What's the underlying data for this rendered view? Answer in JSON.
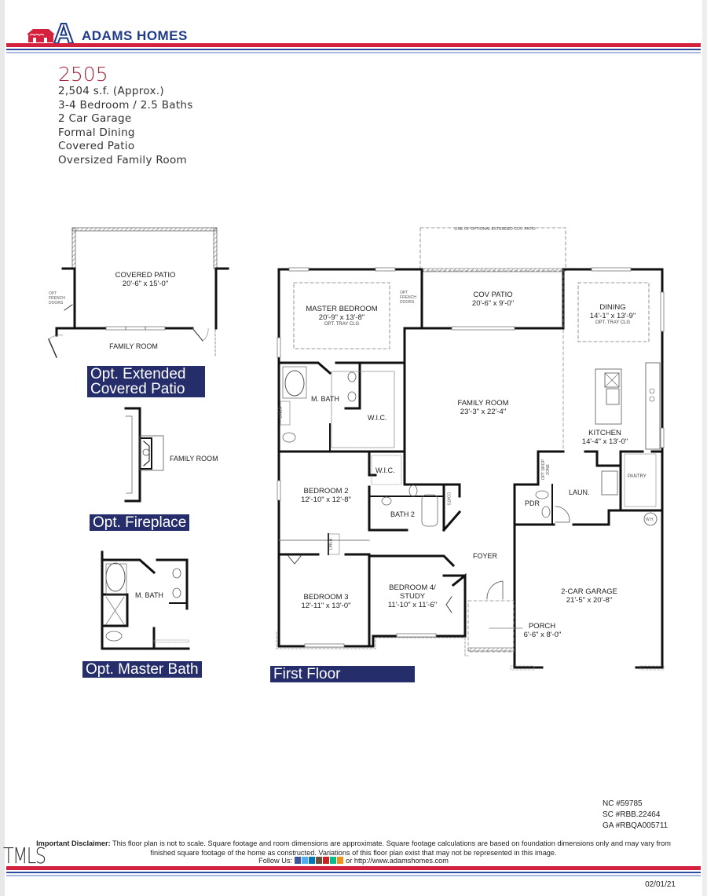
{
  "brand": {
    "name": "ADAMS HOMES",
    "logo_letter": "A",
    "colors": {
      "red": "#d4213d",
      "blue": "#1f3a8a",
      "navy_tag": "#262d6b",
      "plan_number": "#a8263b"
    }
  },
  "plan": {
    "number": "2505",
    "features": [
      "2,504 s.f. (Approx.)",
      "3-4 Bedroom / 2.5 Baths",
      "2 Car Garage",
      "Formal Dining",
      "Covered Patio",
      "Oversized Family Room"
    ]
  },
  "options": {
    "extended_patio": {
      "tag_line1": "Opt. Extended",
      "tag_line2": "Covered Patio",
      "room_name": "COVERED PATIO",
      "room_dims": "20'-6\" x 15'-0\"",
      "opt_french": [
        "OPT",
        "FRENCH",
        "DOORS"
      ],
      "adjacent": "FAMILY ROOM"
    },
    "fireplace": {
      "tag": "Opt. Fireplace",
      "adjacent": "FAMILY ROOM"
    },
    "master_bath": {
      "tag": "Opt. Master Bath",
      "room_name": "M. BATH"
    }
  },
  "first_floor": {
    "tag": "First Floor",
    "opt_patio_line": "LINE OF OPTIONAL EXTENDED COV. PATIO",
    "rooms": {
      "master_bedroom": {
        "name": "MASTER BEDROOM",
        "dims": "20'-9\" x 13'-8\"",
        "note": "OPT. TRAY CLG"
      },
      "opt_french": [
        "OPT",
        "FRENCH",
        "DOORS"
      ],
      "cov_patio": {
        "name": "COV PATIO",
        "dims": "20'-6\" x 9'-0\""
      },
      "dining": {
        "name": "DINING",
        "dims": "14'-1\" x 13'-9\"",
        "note": "OPT. TRAY CLG"
      },
      "family_room": {
        "name": "FAMILY ROOM",
        "dims": "23'-3\" x 22'-4\""
      },
      "m_bath": {
        "name": "M. BATH"
      },
      "wic1": {
        "name": "W.I.C."
      },
      "wic2": {
        "name": "W.I.C."
      },
      "linen1": {
        "name": "LINEN"
      },
      "linen2": {
        "name": "LINEN"
      },
      "kitchen": {
        "name": "KITCHEN",
        "dims": "14'-4\" x 13'-0\""
      },
      "bedroom2": {
        "name": "BEDROOM 2",
        "dims": "12'-10\" x 12'-8\""
      },
      "bath2": {
        "name": "BATH 2"
      },
      "coats": {
        "name": "COATS"
      },
      "opt_drop_zone": {
        "name": "OPT DROP ZONE"
      },
      "pdr": {
        "name": "PDR"
      },
      "laundry": {
        "name": "LAUN."
      },
      "pantry": {
        "name": "PANTRY"
      },
      "water_heater": {
        "name": "W.H."
      },
      "foyer": {
        "name": "FOYER"
      },
      "bedroom3": {
        "name": "BEDROOM 3",
        "dims": "12'-11\" x 13'-0\""
      },
      "bedroom4": {
        "name_line1": "BEDROOM 4/",
        "name_line2": "STUDY",
        "dims": "11'-10\" x 11'-6\""
      },
      "garage": {
        "name": "2-CAR GARAGE",
        "dims": "21'-5\" x 20'-8\""
      },
      "porch": {
        "name": "PORCH",
        "dims": "6'-6\" x  8'-0\""
      }
    }
  },
  "footer": {
    "licenses": [
      "NC #59785",
      "SC #RBB.22464",
      "GA #RBQA005711"
    ],
    "disclaimer_label": "Important Disclaimer:",
    "disclaimer_text": " This floor plan is not to scale. Square footage and room dimensions are approximate. Square footage calculations are based on foundation dimensions only and may vary from finished square footage of the home as constructed. Variations of this floor plan exist that may not be represented in this image.",
    "follow_label": "Follow Us:",
    "social_icons": [
      "facebook-icon",
      "twitter-icon",
      "linkedin-icon",
      "instagram-icon",
      "youtube-icon",
      "vine-icon",
      "rss-icon"
    ],
    "website_text": "or http://www.adamshomes.com",
    "date": "02/01/21",
    "watermark": "TMLS"
  }
}
